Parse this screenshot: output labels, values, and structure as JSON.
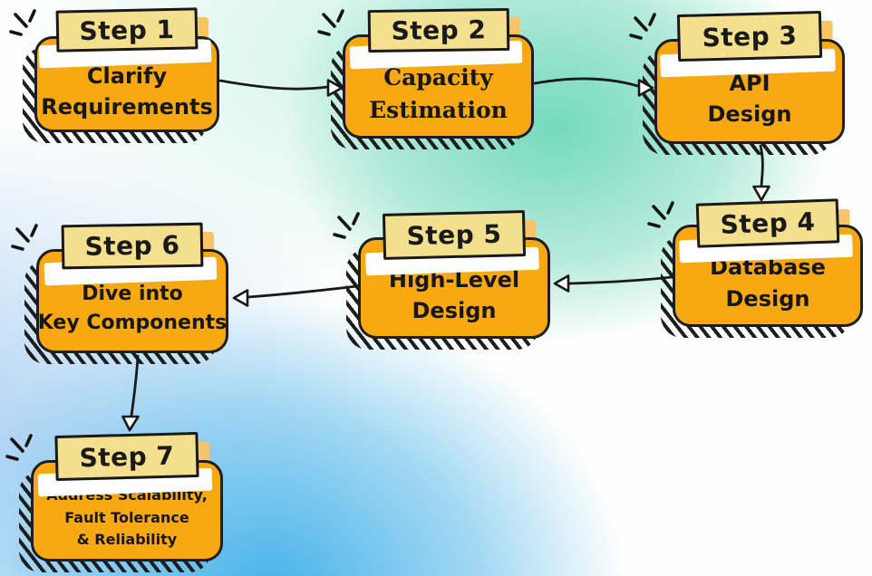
{
  "diagram": {
    "type": "flowchart",
    "steps": [
      {
        "label": "Step 1",
        "lines": [
          "Clarify",
          "Requirements"
        ]
      },
      {
        "label": "Step 2",
        "lines": [
          "Capacity",
          "Estimation"
        ]
      },
      {
        "label": "Step 3",
        "lines": [
          "API",
          "Design"
        ]
      },
      {
        "label": "Step 4",
        "lines": [
          "Database",
          "Design"
        ]
      },
      {
        "label": "Step 5",
        "lines": [
          "High-Level",
          "Design"
        ]
      },
      {
        "label": "Step 6",
        "lines": [
          "Dive into",
          "Key Components"
        ]
      },
      {
        "label": "Step 7",
        "lines": [
          "Address Scalability,",
          "Fault Tolerance",
          "& Reliability"
        ]
      }
    ],
    "connections": [
      {
        "from": "Step 1",
        "to": "Step 2"
      },
      {
        "from": "Step 2",
        "to": "Step 3"
      },
      {
        "from": "Step 3",
        "to": "Step 4"
      },
      {
        "from": "Step 4",
        "to": "Step 5"
      },
      {
        "from": "Step 5",
        "to": "Step 6"
      },
      {
        "from": "Step 6",
        "to": "Step 7"
      }
    ],
    "colors": {
      "card_fill": "#F8A912",
      "tab_fill": "#F3DF8D",
      "tab_glow": "#F7C566",
      "outline": "#1A1A1A",
      "bg_teal": "#7EDCC3",
      "bg_blue": "#45B2E9"
    },
    "icons": {
      "corner_decoration": "sparkle-burst-icon"
    }
  }
}
